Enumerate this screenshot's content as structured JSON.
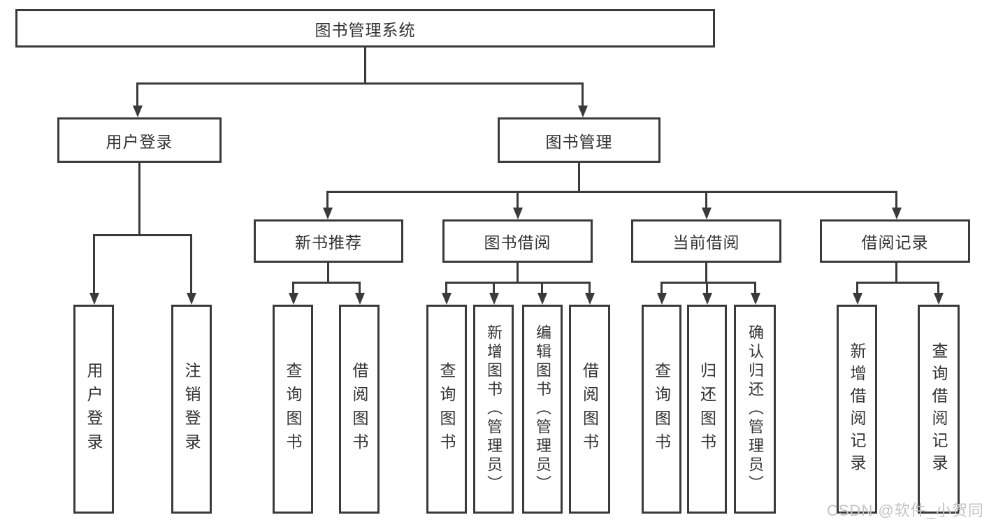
{
  "diagram": {
    "title": "图书管理系统",
    "root": {
      "label": "图书管理系统"
    },
    "user_login_branch": {
      "label": "用户登录",
      "children": [
        {
          "label": "用户登录"
        },
        {
          "label": "注销登录"
        }
      ]
    },
    "book_mgmt_branch": {
      "label": "图书管理",
      "groups": [
        {
          "label": "新书推荐",
          "children": [
            {
              "label": "查询图书"
            },
            {
              "label": "借阅图书"
            }
          ]
        },
        {
          "label": "图书借阅",
          "children": [
            {
              "label": "查询图书"
            },
            {
              "label": "新增图书（管理员）"
            },
            {
              "label": "编辑图书（管理员）"
            },
            {
              "label": "借阅图书"
            }
          ]
        },
        {
          "label": "当前借阅",
          "children": [
            {
              "label": "查询图书"
            },
            {
              "label": "归还图书"
            },
            {
              "label": "确认归还（管理员）"
            }
          ]
        },
        {
          "label": "借阅记录",
          "children": [
            {
              "label": "新增借阅记录"
            },
            {
              "label": "查询借阅记录"
            }
          ]
        }
      ]
    },
    "colors": {
      "stroke": "#3a3a3a",
      "text": "#333333",
      "background": "#ffffff",
      "watermark_color": "#c3c3c3"
    }
  },
  "watermark": {
    "text": "CSDN @软件_小贺同学"
  }
}
